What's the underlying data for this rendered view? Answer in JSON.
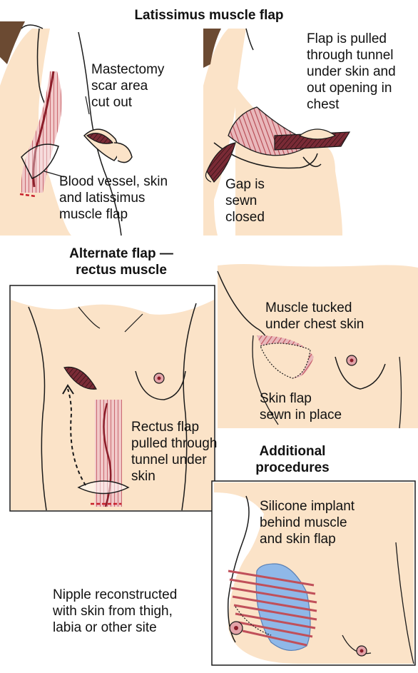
{
  "headings": {
    "latissimus": "Latissimus muscle flap",
    "alternate_line1": "Alternate flap —",
    "alternate_line2": "rectus muscle",
    "additional_line1": "Additional",
    "additional_line2": "procedures"
  },
  "labels": {
    "mastectomy": [
      "Mastectomy",
      "scar area",
      "cut out"
    ],
    "blood_vessel": [
      "Blood vessel, skin",
      "and latissimus",
      "muscle flap"
    ],
    "flap_pulled": [
      "Flap is pulled",
      "through tunnel",
      "under skin and",
      "out opening in",
      "chest"
    ],
    "gap_sewn": [
      "Gap is",
      "sewn",
      "closed"
    ],
    "muscle_tucked": [
      "Muscle tucked",
      "under chest skin"
    ],
    "skin_flap": [
      "Skin flap",
      "sewn in place"
    ],
    "rectus_flap": [
      "Rectus flap",
      "pulled through",
      "tunnel under",
      "skin"
    ],
    "silicone": [
      "Silicone implant",
      "behind muscle",
      "and skin flap"
    ],
    "nipple": [
      "Nipple reconstructed",
      "with skin from thigh,",
      "labia or other site"
    ]
  },
  "colors": {
    "skin": "#fbe3c8",
    "outline": "#1a1a1a",
    "muscle": "#c0505a",
    "muscle_light": "#e3a3a8",
    "vessel": "#8b1e2a",
    "implant": "#8fb8e8",
    "hair": "#6b4a32"
  }
}
